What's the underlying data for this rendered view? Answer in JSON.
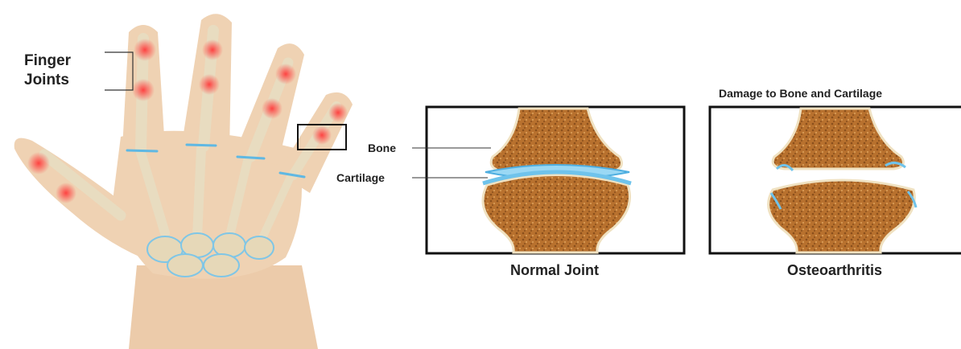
{
  "labels": {
    "finger_joints_line1": "Finger",
    "finger_joints_line2": "Joints",
    "bone": "Bone",
    "cartilage": "Cartilage",
    "damage": "Damage to Bone and Cartilage",
    "normal_joint": "Normal Joint",
    "osteoarthritis": "Osteoarthritis"
  },
  "colors": {
    "skin": "#eecfae",
    "bone": "#f2e4c4",
    "bone_marrow": "#b9722f",
    "cartilage": "#8fd3f2",
    "inflammation": "#ff5a5a"
  }
}
